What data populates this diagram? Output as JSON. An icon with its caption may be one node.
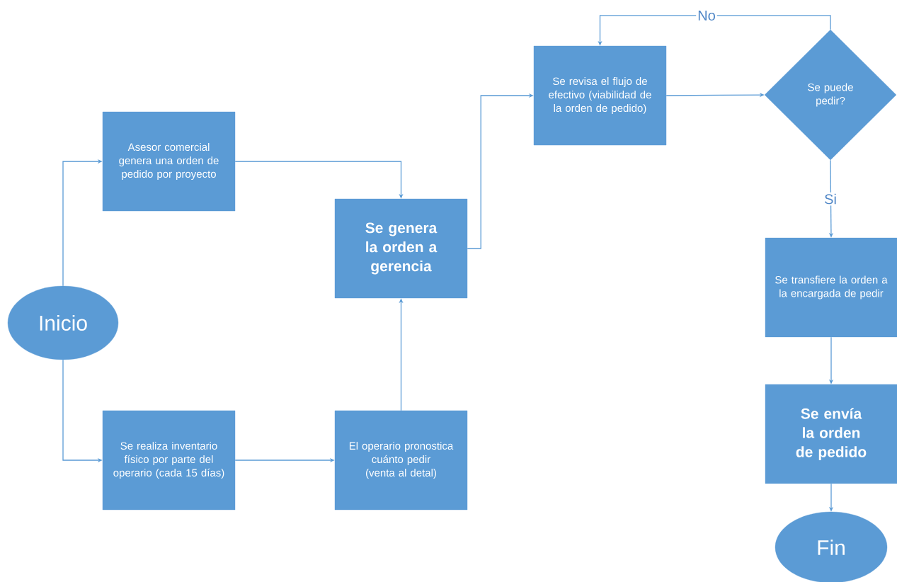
{
  "diagram": {
    "nodes": [
      {
        "text": [
          "Inicio"
        ]
      },
      {
        "text": [
          "Asesor comercial genera una orden de pedido por proyecto"
        ]
      },
      {
        "text": [
          "Se realiza inventario físico por parte del operario (cada 15 días)"
        ]
      },
      {
        "text": [
          "El operario pronostica cuánto pedir (venta al detal)"
        ]
      },
      {
        "text": [
          "Se genera la orden a gerencia"
        ]
      },
      {
        "text": [
          "Se revisa el flujo de efectivo (viabilidad de la orden de pedido)"
        ]
      },
      {
        "text": [
          "Se puede pedir?"
        ]
      },
      {
        "text": [
          "Se transfiere la orden a la encargada de pedir"
        ]
      },
      {
        "text": [
          "Se envía la orden de pedido"
        ]
      },
      {
        "text": [
          "Fin"
        ]
      }
    ],
    "edges": [
      {
        "from": 0,
        "to": 1,
        "arrow": "to"
      },
      {
        "from": 0,
        "to": 2,
        "arrow": "to"
      },
      {
        "from": 1,
        "to": 4,
        "arrow": "to"
      },
      {
        "from": 2,
        "to": 3,
        "arrow": "to"
      },
      {
        "from": 3,
        "to": 4,
        "arrow": "to"
      },
      {
        "from": 4,
        "to": 5,
        "arrow": "to"
      },
      {
        "from": 5,
        "to": 6,
        "arrow": "to"
      },
      {
        "from": 6,
        "to": 5,
        "arrow": "to",
        "label": "No"
      },
      {
        "from": 6,
        "to": 7,
        "arrow": "to",
        "label": "Si"
      },
      {
        "from": 7,
        "to": 8,
        "arrow": "to"
      },
      {
        "from": 8,
        "to": 9,
        "arrow": "to"
      }
    ]
  }
}
